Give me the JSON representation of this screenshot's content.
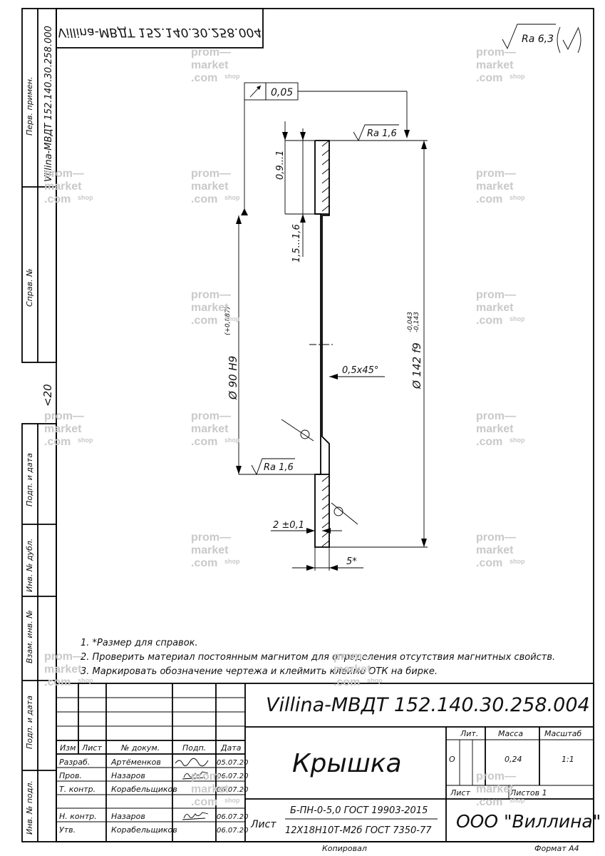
{
  "drawing": {
    "designation": "Villina-МВДТ 152.140.30.258.004",
    "designation_mirrored": "Villina-МВДТ 152.140.30.258.004",
    "title": "Крышка",
    "company": "ООО \"Виллина\"",
    "material_top": "Б-ПН-0-5,0 ГОСТ 19903-2015",
    "material_bottom": "12Х18Н10Т-М2б ГОСТ 7350-77",
    "material_prefix": "Лист",
    "copied": "Копировал",
    "format": "Формат А4"
  },
  "side_frame": {
    "perv_primen_label": "Перв. примен.",
    "perv_primen_value": "Villina-МВДТ 152.140.30.258.000",
    "sprav_label": "Справ. №",
    "podp_data_1": "Подп. и дата",
    "inv_dubl": "Инв. № дубл.",
    "vzam_inv": "Взам. инв. №",
    "podp_data_2": "Подп. и дата",
    "inv_podl": "Инв. № подл.",
    "angle_mark": "<20"
  },
  "dimensions": {
    "runout_tol": "0,05",
    "roughness_general": "Ra 6,3",
    "roughness_top": "Ra 1,6",
    "roughness_bottom": "Ra 1,6",
    "h_top": "0,9...1",
    "h_mid": "1,5...1,6",
    "d_inner": "Ø 90 H9",
    "d_inner_tol": "(+0,087)",
    "d_outer": "Ø 142 f9",
    "d_outer_tol_up": "-0,043",
    "d_outer_tol_low": "-0,143",
    "chamfer": "0,5х45°",
    "thickness": "2 ±0,1",
    "ref_width": "5*"
  },
  "notes": [
    "1. *Размер для справок.",
    "2. Проверить материал постоянным магнитом для определения отсутствия магнитных свойств.",
    "3. Маркировать обозначение чертежа и клеймить клеймо ОТК на бирке."
  ],
  "title_block": {
    "headers": {
      "izm": "Изм",
      "list": "Лист",
      "doc": "№ докум.",
      "podp": "Подп.",
      "data": "Дата"
    },
    "rows": [
      {
        "role": "Разраб.",
        "name": "Артёменков",
        "date": "05.07.20"
      },
      {
        "role": "Пров.",
        "name": "Назаров",
        "date": "06.07.20"
      },
      {
        "role": "Т. контр.",
        "name": "Корабельщиков",
        "date": "06.07.20"
      },
      {
        "role": "",
        "name": "",
        "date": ""
      },
      {
        "role": "Н. контр.",
        "name": "Назаров",
        "date": "06.07.20"
      },
      {
        "role": "Утв.",
        "name": "Корабельщиков",
        "date": "06.07.20"
      }
    ],
    "lit_label": "Лит.",
    "mass_label": "Масса",
    "scale_label": "Масштаб",
    "lit_value": "О",
    "mass_value": "0,24",
    "scale_value": "1:1",
    "sheet_label": "Лист",
    "sheets_label": "Листов 1"
  },
  "watermark": {
    "line1": "prom—",
    "line2": "market",
    "line3": ".com",
    "suffix": "shop"
  }
}
